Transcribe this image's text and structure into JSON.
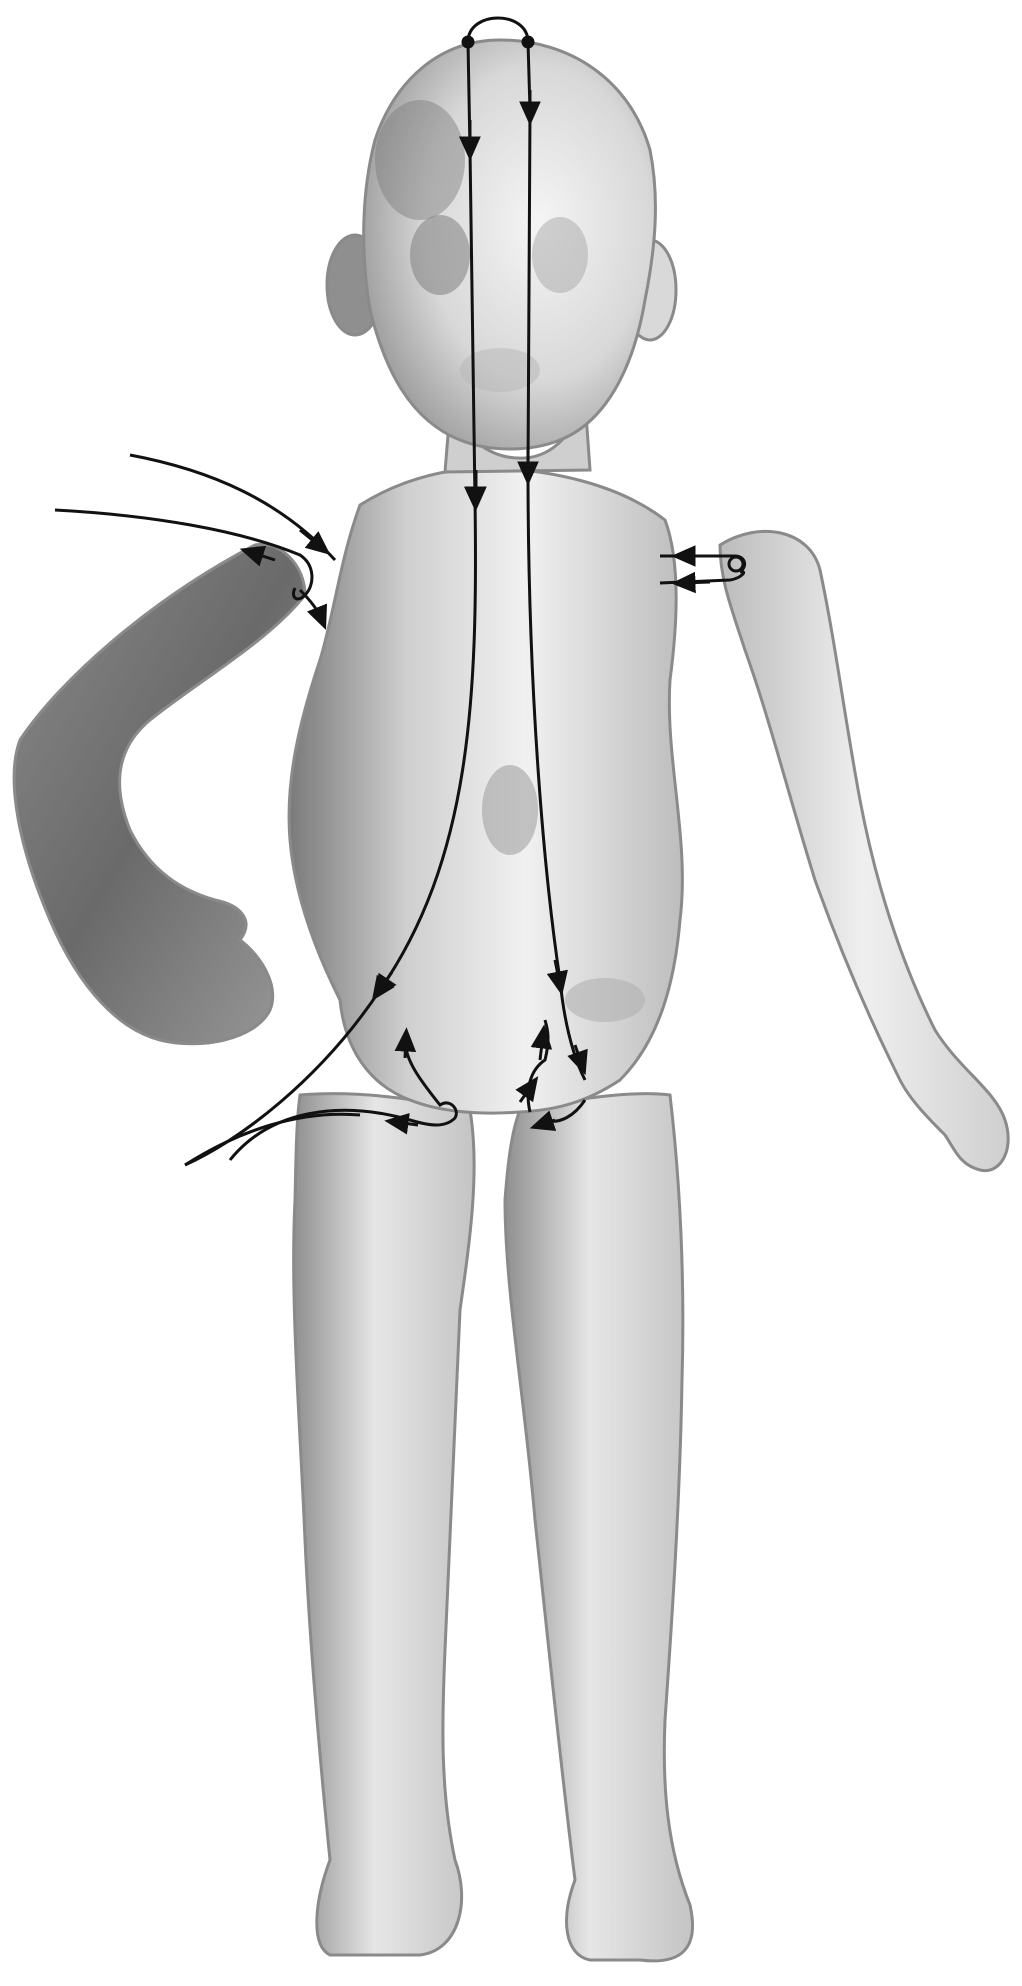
{
  "figure": {
    "subject": "doll-figure",
    "colors": {
      "background": "#ffffff",
      "body_light": "#f2f2f2",
      "body_mid": "#b8b8b8",
      "body_dark": "#6e6e6e",
      "outline": "#8a8a8a",
      "string": "#111111"
    },
    "stringing_paths": [
      "head-loop-left-strand",
      "head-loop-right-strand",
      "right-arm-hook",
      "left-arm-hook",
      "right-leg-hook",
      "left-leg-hook",
      "tension-lead-upper",
      "tension-lead-lower"
    ]
  }
}
